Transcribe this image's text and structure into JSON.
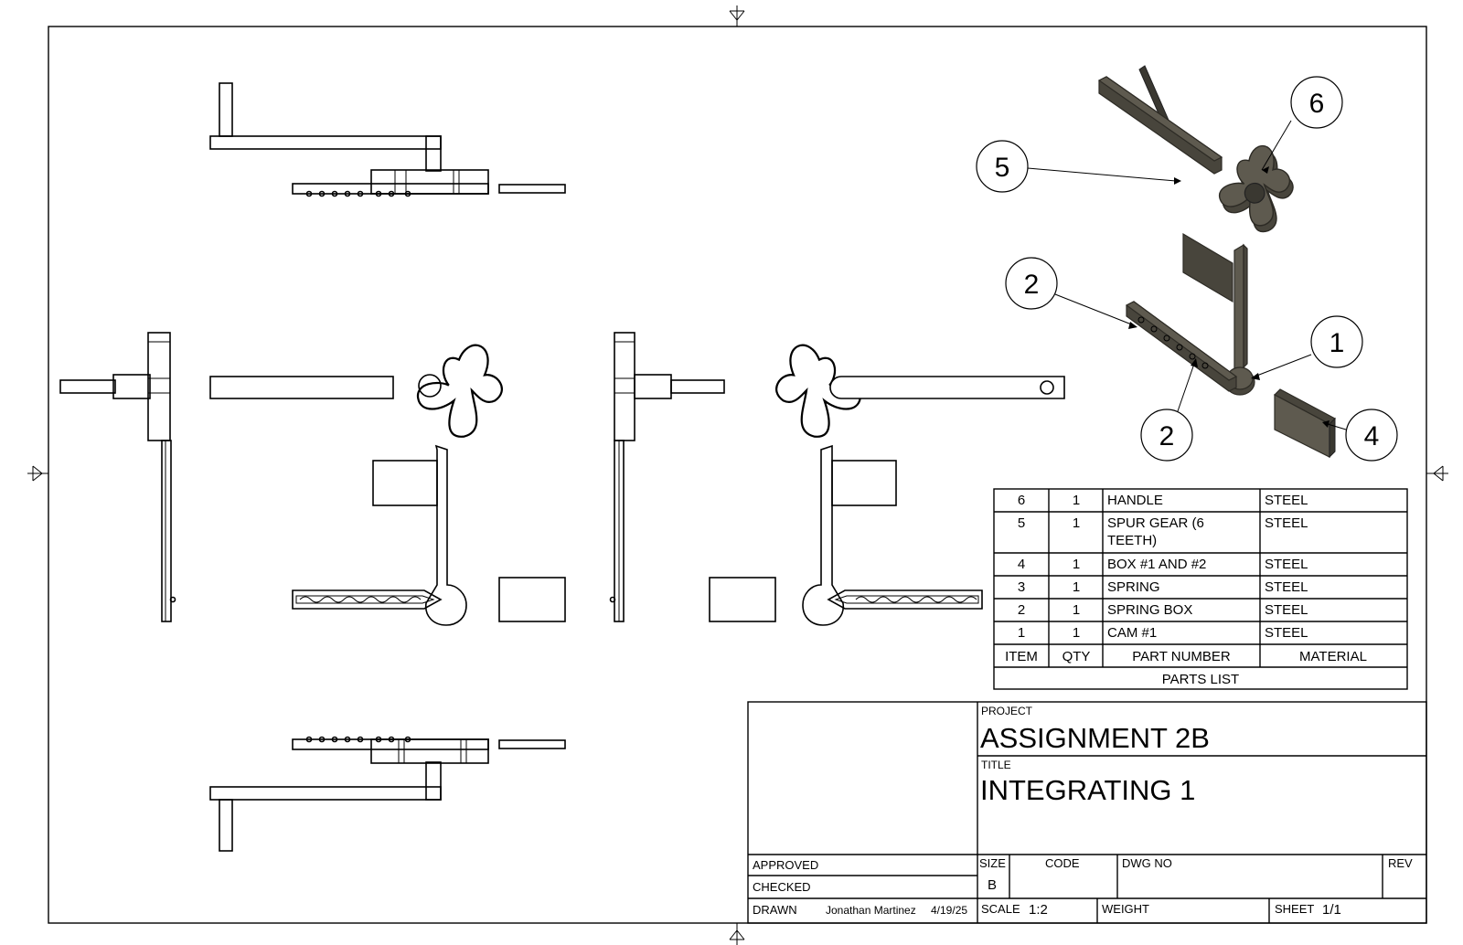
{
  "balloons": [
    "6",
    "5",
    "2",
    "1",
    "2",
    "4"
  ],
  "parts_list": {
    "title": "PARTS LIST",
    "headers": [
      "ITEM",
      "QTY",
      "PART NUMBER",
      "MATERIAL"
    ],
    "rows": [
      {
        "item": "6",
        "qty": "1",
        "part_line1": "HANDLE",
        "part_line2": "",
        "material": "STEEL"
      },
      {
        "item": "5",
        "qty": "1",
        "part_line1": "SPUR GEAR (6",
        "part_line2": "TEETH)",
        "material": "STEEL"
      },
      {
        "item": "4",
        "qty": "1",
        "part_line1": "BOX #1 AND #2",
        "part_line2": "",
        "material": "STEEL"
      },
      {
        "item": "3",
        "qty": "1",
        "part_line1": "SPRING",
        "part_line2": "",
        "material": "STEEL"
      },
      {
        "item": "2",
        "qty": "1",
        "part_line1": "SPRING BOX",
        "part_line2": "",
        "material": "STEEL"
      },
      {
        "item": "1",
        "qty": "1",
        "part_line1": "CAM #1",
        "part_line2": "",
        "material": "STEEL"
      }
    ]
  },
  "title_block": {
    "project_label": "PROJECT",
    "project": "ASSIGNMENT 2B",
    "title_label": "TITLE",
    "title": "INTEGRATING 1",
    "approved_label": "APPROVED",
    "checked_label": "CHECKED",
    "drawn_label": "DRAWN",
    "drawn_by": "Jonathan Martinez",
    "drawn_date": "4/19/25",
    "size_label": "SIZE",
    "size": "B",
    "code_label": "CODE",
    "dwg_no_label": "DWG NO",
    "rev_label": "REV",
    "scale_label": "SCALE",
    "scale": "1:2",
    "weight_label": "WEIGHT",
    "sheet_label": "SHEET",
    "sheet": "1/1"
  }
}
